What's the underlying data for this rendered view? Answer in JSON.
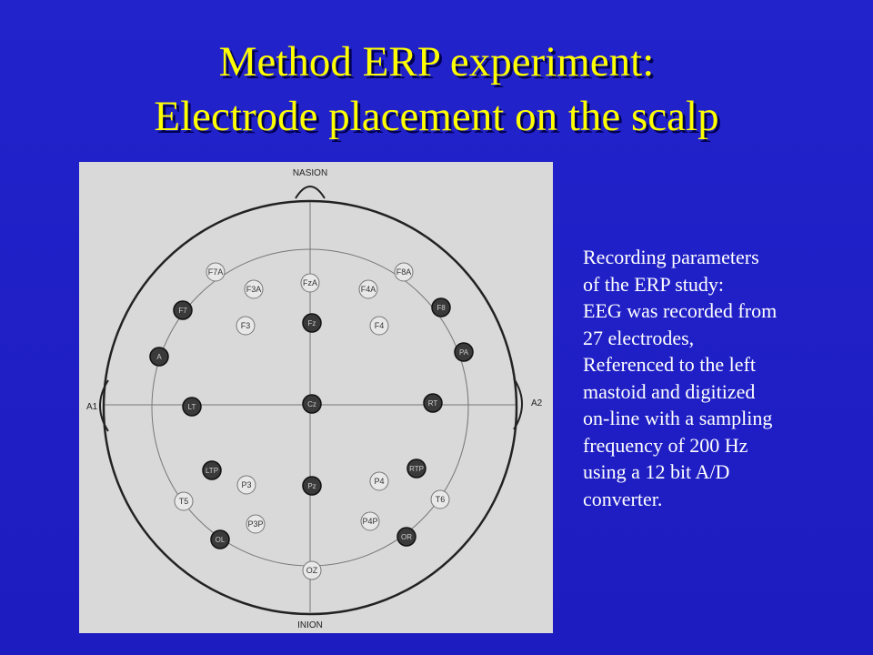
{
  "title": {
    "line1": "Method ERP experiment:",
    "line2": "Electrode placement on the scalp"
  },
  "diagram": {
    "landmarks": {
      "nasion": "NASION",
      "inion": "INION",
      "left_ear": "A1",
      "right_ear": "A2"
    },
    "electrodes_recorded": [
      "F7",
      "Fz",
      "F8",
      "A",
      "PA",
      "LT",
      "Cz",
      "RT",
      "LTP",
      "Pz",
      "RTP",
      "OL",
      "OR"
    ],
    "electrodes_not_recorded": [
      "F7A",
      "FzA",
      "F8A",
      "F3A",
      "F4A",
      "F3",
      "F4",
      "P3",
      "P4",
      "T5",
      "T6",
      "P3P",
      "P4P",
      "OZ"
    ]
  },
  "recording_parameters": {
    "lines": [
      "Recording parameters",
      "of the ERP study:",
      "EEG was recorded from",
      "27 electrodes,",
      "Referenced  to the left",
      "mastoid and digitized",
      "on-line with a sampling",
      "frequency of 200 Hz",
      "using a 12 bit A/D",
      "converter."
    ]
  }
}
